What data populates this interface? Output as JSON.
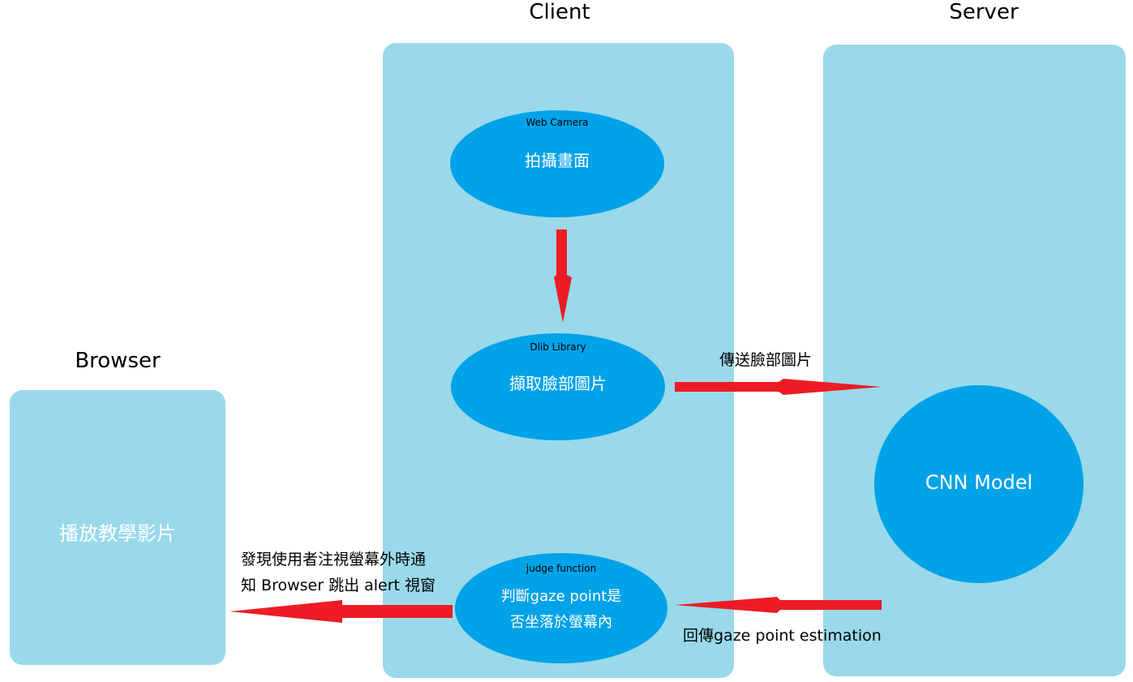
{
  "colors": {
    "panel": "#99D9EA",
    "node": "#00A2E8",
    "arrow": "#ED1C24",
    "node_text": "#FFFFFF",
    "label_text": "#000000"
  },
  "panels": {
    "browser": {
      "title": "Browser",
      "content": "播放教學影片"
    },
    "client": {
      "title": "Client"
    },
    "server": {
      "title": "Server"
    }
  },
  "nodes": {
    "camera": {
      "caption": "Web Camera",
      "label": "拍攝畫面"
    },
    "dlib": {
      "caption": "Dlib Library",
      "label": "擷取臉部圖片"
    },
    "judge": {
      "caption": "judge function",
      "label_line1": "判斷gaze point是",
      "label_line2": "否坐落於螢幕內"
    },
    "cnn": {
      "label": "CNN Model"
    }
  },
  "edges": {
    "camera_to_dlib": {
      "label": ""
    },
    "dlib_to_cnn": {
      "label": "傳送臉部圖片"
    },
    "cnn_to_judge": {
      "label": "回傳gaze point estimation"
    },
    "judge_to_browser": {
      "label_line1": "發現使用者注視螢幕外時通",
      "label_line2": "知 Browser 跳出 alert 視窗"
    }
  }
}
